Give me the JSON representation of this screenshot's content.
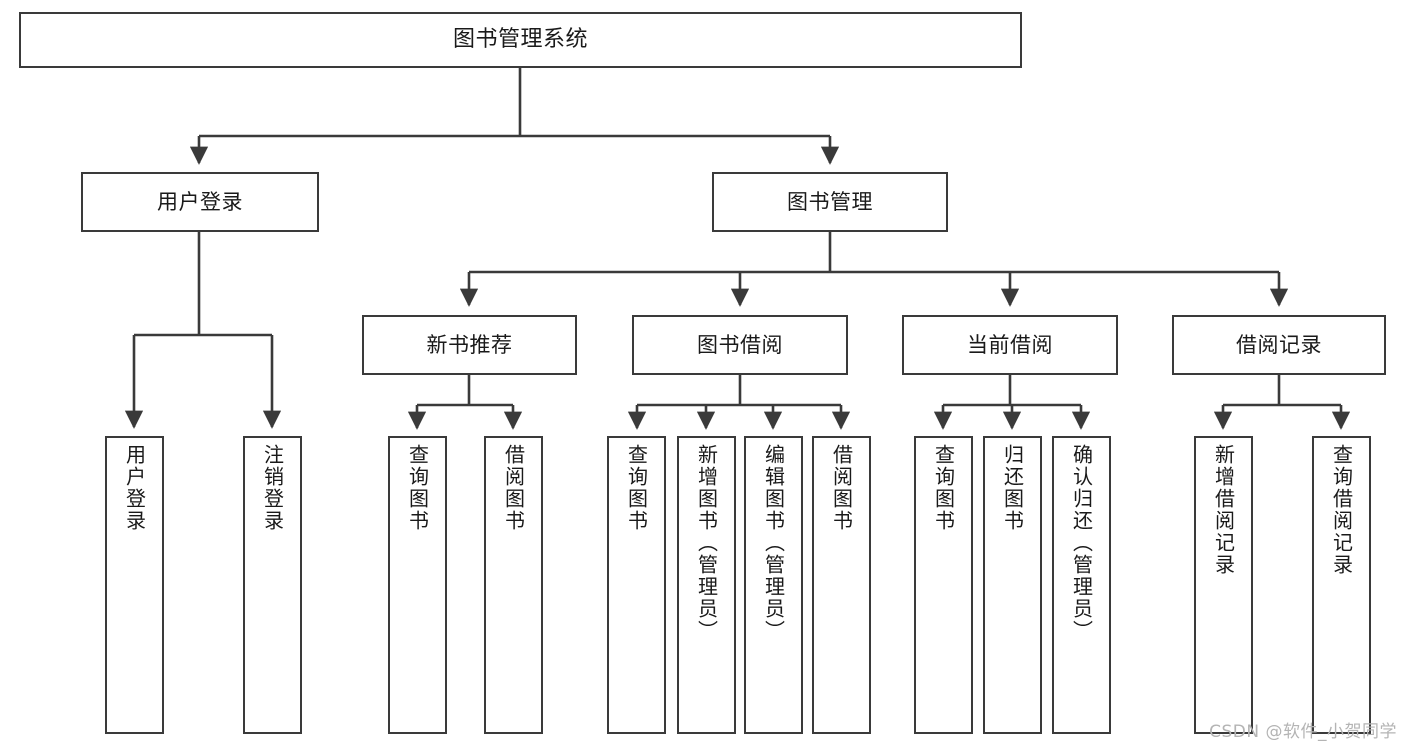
{
  "diagram": {
    "type": "tree",
    "title": "图书管理系统",
    "watermark": "CSDN @软件_小贺同学",
    "colors": {
      "stroke": "#3a3a3a",
      "fill": "#ffffff",
      "text": "#1a1a1a",
      "watermark": "#b4b4b4"
    },
    "nodes": {
      "root": {
        "label": "图书管理系统"
      },
      "level2": [
        {
          "label": "用户登录"
        },
        {
          "label": "图书管理"
        }
      ],
      "level3": [
        {
          "label": "新书推荐"
        },
        {
          "label": "图书借阅"
        },
        {
          "label": "当前借阅"
        },
        {
          "label": "借阅记录"
        }
      ],
      "leaves": {
        "user_login": [
          {
            "label": "用户登录"
          },
          {
            "label": "注销登录"
          }
        ],
        "new_book_recommend": [
          {
            "label": "查询图书"
          },
          {
            "label": "借阅图书"
          }
        ],
        "book_borrow": [
          {
            "label": "查询图书"
          },
          {
            "label": "新增图书（管理员）"
          },
          {
            "label": "编辑图书（管理员）"
          },
          {
            "label": "借阅图书"
          }
        ],
        "current_borrow": [
          {
            "label": "查询图书"
          },
          {
            "label": "归还图书"
          },
          {
            "label": "确认归还（管理员）"
          }
        ],
        "borrow_record": [
          {
            "label": "新增借阅记录"
          },
          {
            "label": "查询借阅记录"
          }
        ]
      }
    }
  }
}
